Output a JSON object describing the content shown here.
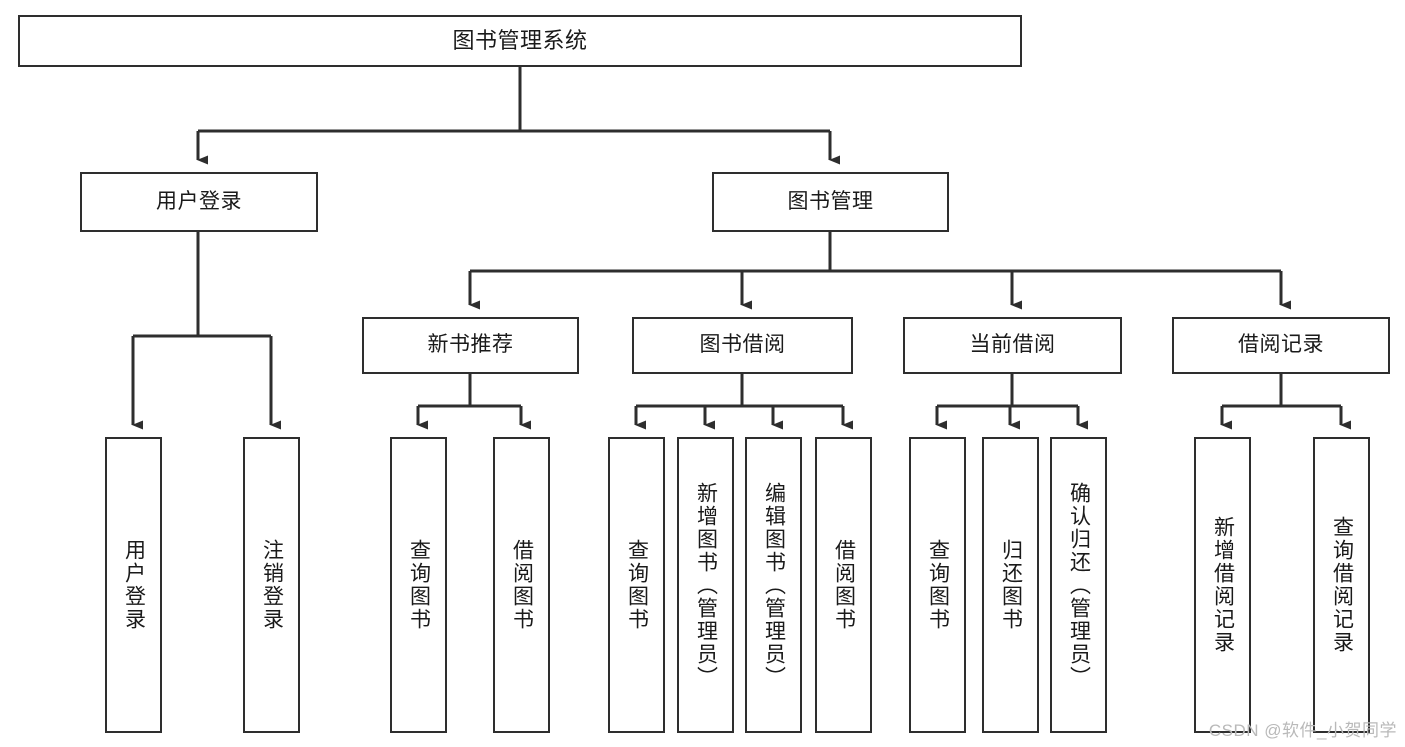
{
  "diagram": {
    "title": "图书管理系统",
    "type": "tree-hierarchy",
    "watermark": "CSDN @软件_小贺同学",
    "colors": {
      "stroke": "#2e2e2e",
      "fill": "#ffffff",
      "text": "#1a1a1a",
      "watermark": "#b9b9b9"
    },
    "nodes": {
      "root": {
        "label": "图书管理系统"
      },
      "level2": [
        {
          "id": "user-login",
          "label": "用户登录"
        },
        {
          "id": "book-manage",
          "label": "图书管理"
        }
      ],
      "level3": [
        {
          "id": "new-book-recommend",
          "label": "新书推荐"
        },
        {
          "id": "book-borrow",
          "label": "图书借阅"
        },
        {
          "id": "current-borrow",
          "label": "当前借阅"
        },
        {
          "id": "borrow-record",
          "label": "借阅记录"
        }
      ],
      "level4": [
        {
          "id": "leaf-user-login",
          "label": "用户登录",
          "parent": "user-login"
        },
        {
          "id": "leaf-logout-login",
          "label": "注销登录",
          "parent": "user-login"
        },
        {
          "id": "leaf-query-book-1",
          "label": "查询图书",
          "parent": "new-book-recommend"
        },
        {
          "id": "leaf-borrow-book-1",
          "label": "借阅图书",
          "parent": "new-book-recommend"
        },
        {
          "id": "leaf-query-book-2",
          "label": "查询图书",
          "parent": "book-borrow"
        },
        {
          "id": "leaf-add-book",
          "label": "新增图书（管理员）",
          "parent": "book-borrow"
        },
        {
          "id": "leaf-edit-book",
          "label": "编辑图书（管理员）",
          "parent": "book-borrow"
        },
        {
          "id": "leaf-borrow-book-2",
          "label": "借阅图书",
          "parent": "book-borrow"
        },
        {
          "id": "leaf-query-book-3",
          "label": "查询图书",
          "parent": "current-borrow"
        },
        {
          "id": "leaf-return-book",
          "label": "归还图书",
          "parent": "current-borrow"
        },
        {
          "id": "leaf-confirm-return",
          "label": "确认归还（管理员）",
          "parent": "current-borrow"
        },
        {
          "id": "leaf-add-record",
          "label": "新增借阅记录",
          "parent": "borrow-record"
        },
        {
          "id": "leaf-query-record",
          "label": "查询借阅记录",
          "parent": "borrow-record"
        }
      ]
    }
  }
}
